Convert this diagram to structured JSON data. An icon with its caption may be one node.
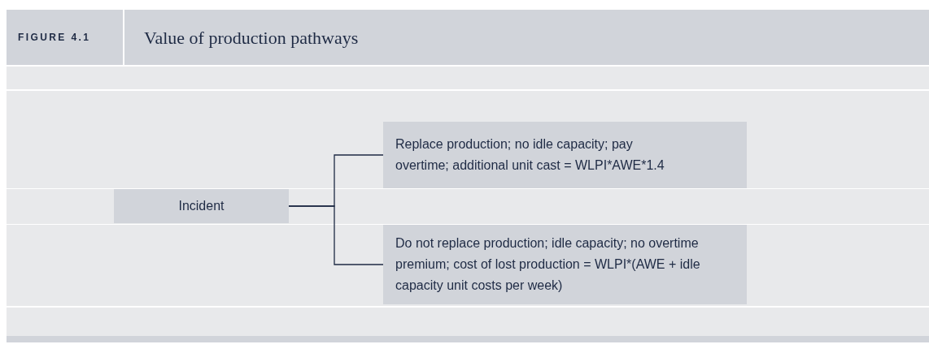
{
  "diagram": {
    "title": "Value of production pathways",
    "nodes": [
      {
        "text": [
          "Incident"
        ]
      },
      {
        "text": [
          "Replace production; no idle capacity; pay overtime; additional unit cast = WLPI*AWE*1.4"
        ]
      },
      {
        "text": [
          "Do not replace production; idle capacity; no overtime premium; cost of lost production = WLPI*(AWE + idle capacity unit costs per week)"
        ]
      }
    ],
    "edges": [
      {
        "from": 0,
        "to": 1,
        "arrow": "none"
      },
      {
        "from": 0,
        "to": 2,
        "arrow": "none"
      }
    ],
    "labels": [
      "FIGURE 4.1"
    ]
  }
}
